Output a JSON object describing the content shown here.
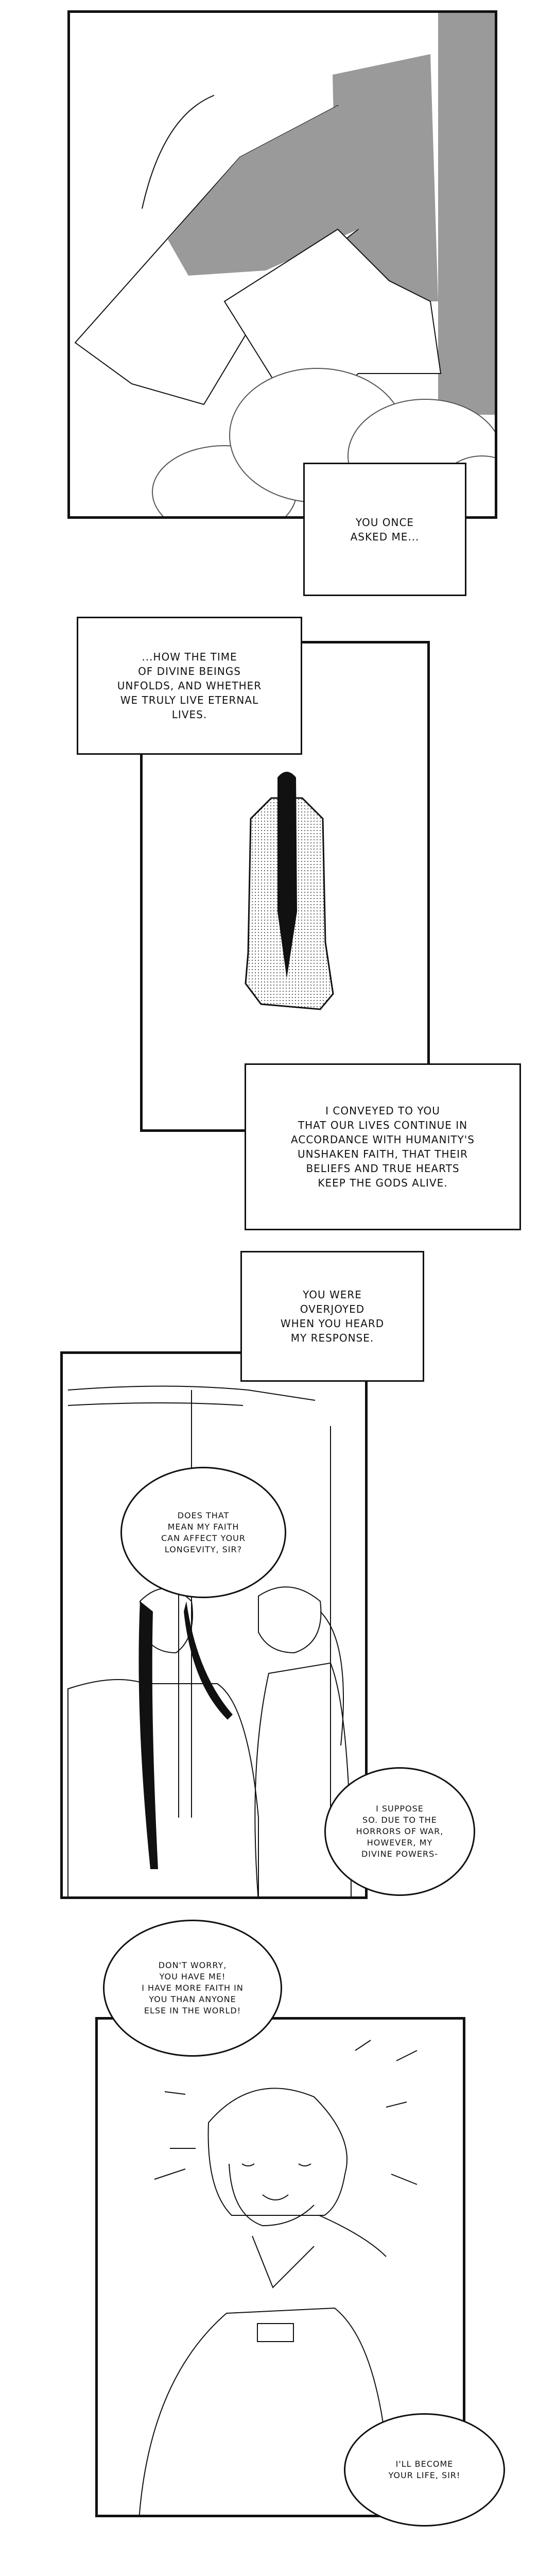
{
  "panels": [
    {
      "captions": [
        "YOU ONCE\nASKED ME..."
      ]
    },
    {
      "captions": [
        "...HOW THE TIME\nOF DIVINE BEINGS\nUNFOLDS, AND WHETHER\nWE TRULY LIVE ETERNAL\nLIVES.",
        "I CONVEYED TO YOU\nTHAT OUR LIVES CONTINUE IN\nACCORDANCE WITH HUMANITY'S\nUNSHAKEN FAITH, THAT THEIR\nBELIEFS AND TRUE HEARTS\nKEEP THE GODS ALIVE."
      ]
    },
    {
      "captions": [
        "YOU WERE\nOVERJOYED\nWHEN YOU HEARD\nMY RESPONSE."
      ],
      "bubbles": [
        "DOES THAT\nMEAN MY FAITH\nCAN AFFECT YOUR\nLONGEVITY, SIR?",
        "I SUPPOSE\nSO. DUE TO THE\nHORRORS OF WAR,\nHOWEVER, MY\nDIVINE POWERS-"
      ]
    },
    {
      "bubbles": [
        "DON'T WORRY,\nYOU HAVE ME!\nI HAVE MORE FAITH IN\nYOU THAN ANYONE\nELSE IN THE WORLD!",
        "I'LL BECOME\nYOUR LIFE, SIR!"
      ]
    }
  ],
  "colors": {
    "ink": "#111111",
    "tone": "#9a9a9a",
    "paper": "#ffffff"
  }
}
